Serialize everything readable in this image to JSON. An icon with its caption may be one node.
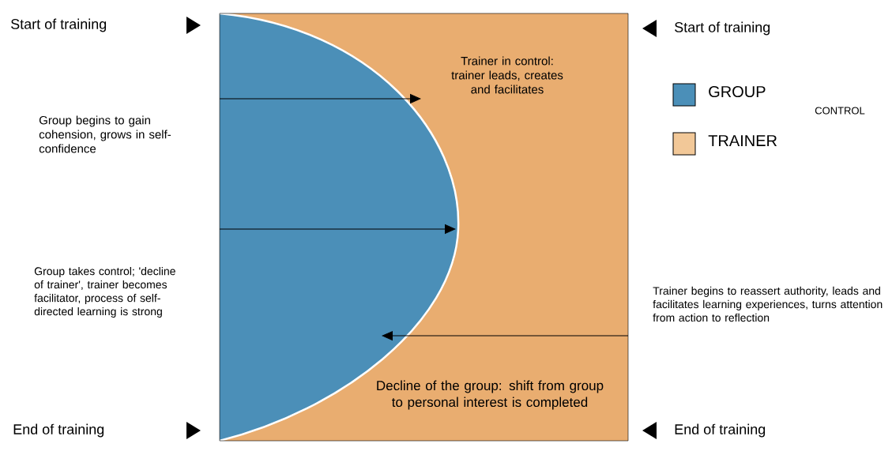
{
  "diagram": {
    "labels": [
      "Start of training",
      "Trainer in control: trainer leads, creates and facilitates",
      "Start of training",
      "Group begins to gain cohension, grows in self-confidence",
      "CONTROL",
      "Group takes control; 'decline of trainer', trainer becomes facilitator, process of self-directed learning is strong",
      "Trainer begins to reassert authority, leads and facilitates learning experiences, turns attention from action to reflection",
      "Decline of the group: shift from group to personal interest is completed",
      "End of training",
      "End of training"
    ],
    "legend": [
      {
        "text": "GROUP",
        "color": "#4b8fb8"
      },
      {
        "text": "TRAINER",
        "color": "#f2c898"
      }
    ]
  }
}
